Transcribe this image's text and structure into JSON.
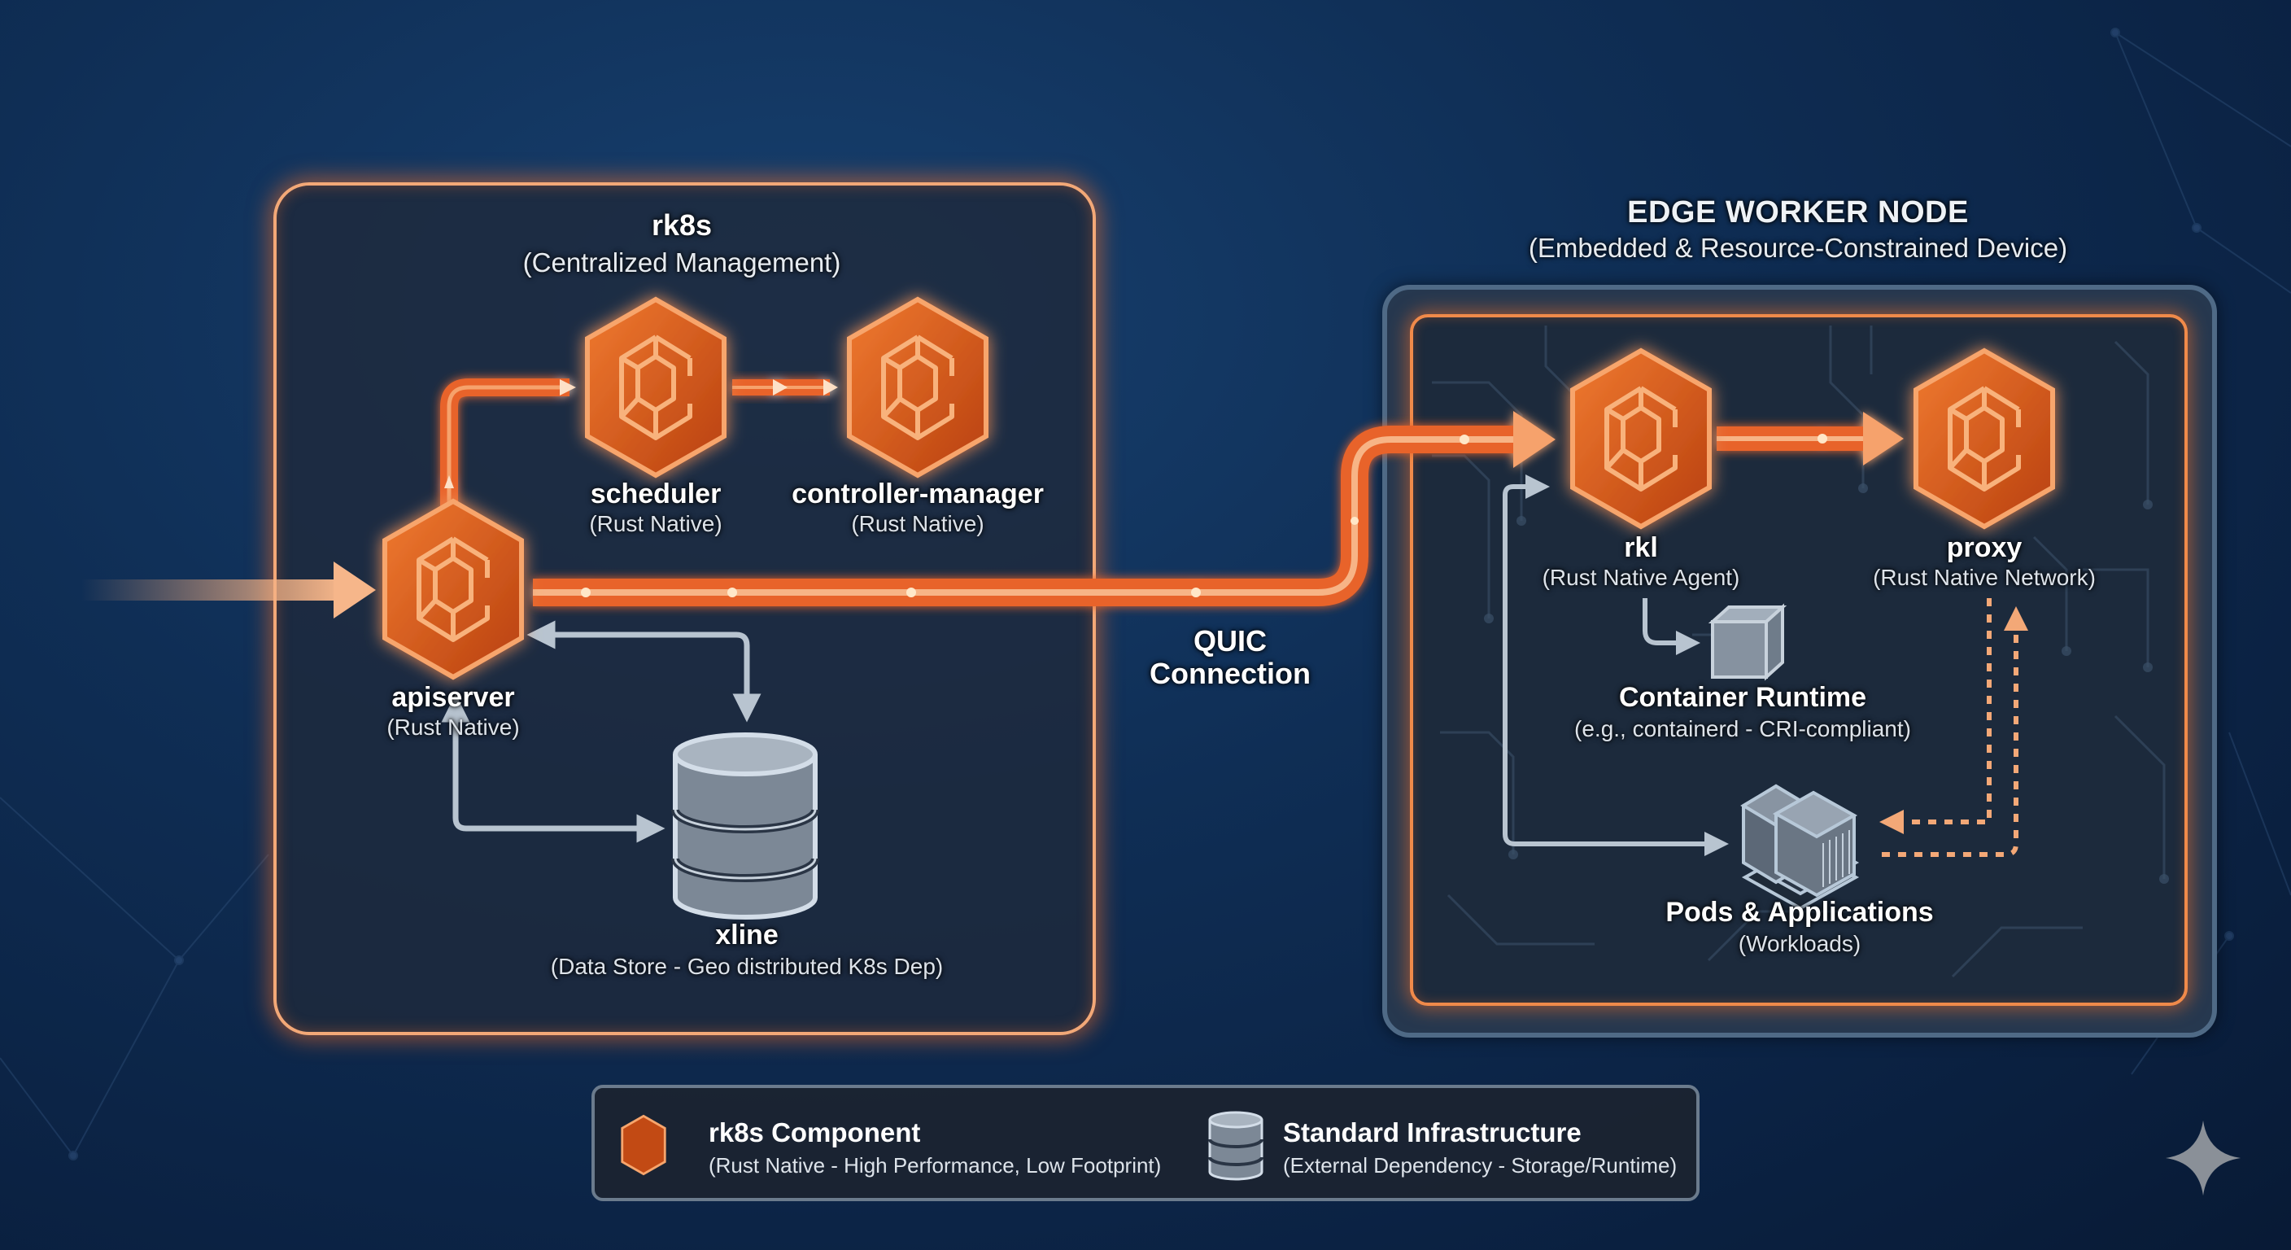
{
  "colors": {
    "background": "#0f2e55",
    "accent_orange": "#f06a25",
    "glow_orange": "#f3a877",
    "infra_gray": "#b8c4d0",
    "panel_dark": "#1e2a3c"
  },
  "control_plane": {
    "title": "rk8s",
    "subtitle": "(Centralized Management)",
    "components": [
      {
        "id": "apiserver",
        "name": "apiserver",
        "desc": "(Rust Native)",
        "icon": "rk8s-hexagon-icon"
      },
      {
        "id": "scheduler",
        "name": "scheduler",
        "desc": "(Rust Native)",
        "icon": "rk8s-hexagon-icon"
      },
      {
        "id": "controller-manager",
        "name": "controller-manager",
        "desc": "(Rust Native)",
        "icon": "rk8s-hexagon-icon"
      }
    ],
    "datastore": {
      "name": "xline",
      "desc": "(Data Store - Geo distributed K8s Dep)",
      "icon": "database-icon"
    }
  },
  "connection": {
    "label_line1": "QUIC",
    "label_line2": "Connection"
  },
  "edge_node": {
    "title": "EDGE WORKER NODE",
    "subtitle": "(Embedded & Resource-Constrained Device)",
    "components": [
      {
        "id": "rkl",
        "name": "rkl",
        "desc": "(Rust Native Agent)",
        "icon": "rk8s-hexagon-icon"
      },
      {
        "id": "proxy",
        "name": "proxy",
        "desc": "(Rust Native Network)",
        "icon": "rk8s-hexagon-icon"
      }
    ],
    "runtime": {
      "name": "Container Runtime",
      "desc": "(e.g., containerd - CRI-compliant)",
      "icon": "container-box-icon"
    },
    "workloads": {
      "name": "Pods & Applications",
      "desc": "(Workloads)",
      "icon": "stacked-containers-icon"
    }
  },
  "legend": {
    "items": [
      {
        "name": "rk8s Component",
        "desc": "(Rust Native - High Performance, Low Footprint)",
        "icon": "rk8s-hexagon-icon"
      },
      {
        "name": "Standard Infrastructure",
        "desc": "(External Dependency - Storage/Runtime)",
        "icon": "database-icon"
      }
    ]
  },
  "watermark": {
    "icon": "sparkle-icon"
  }
}
